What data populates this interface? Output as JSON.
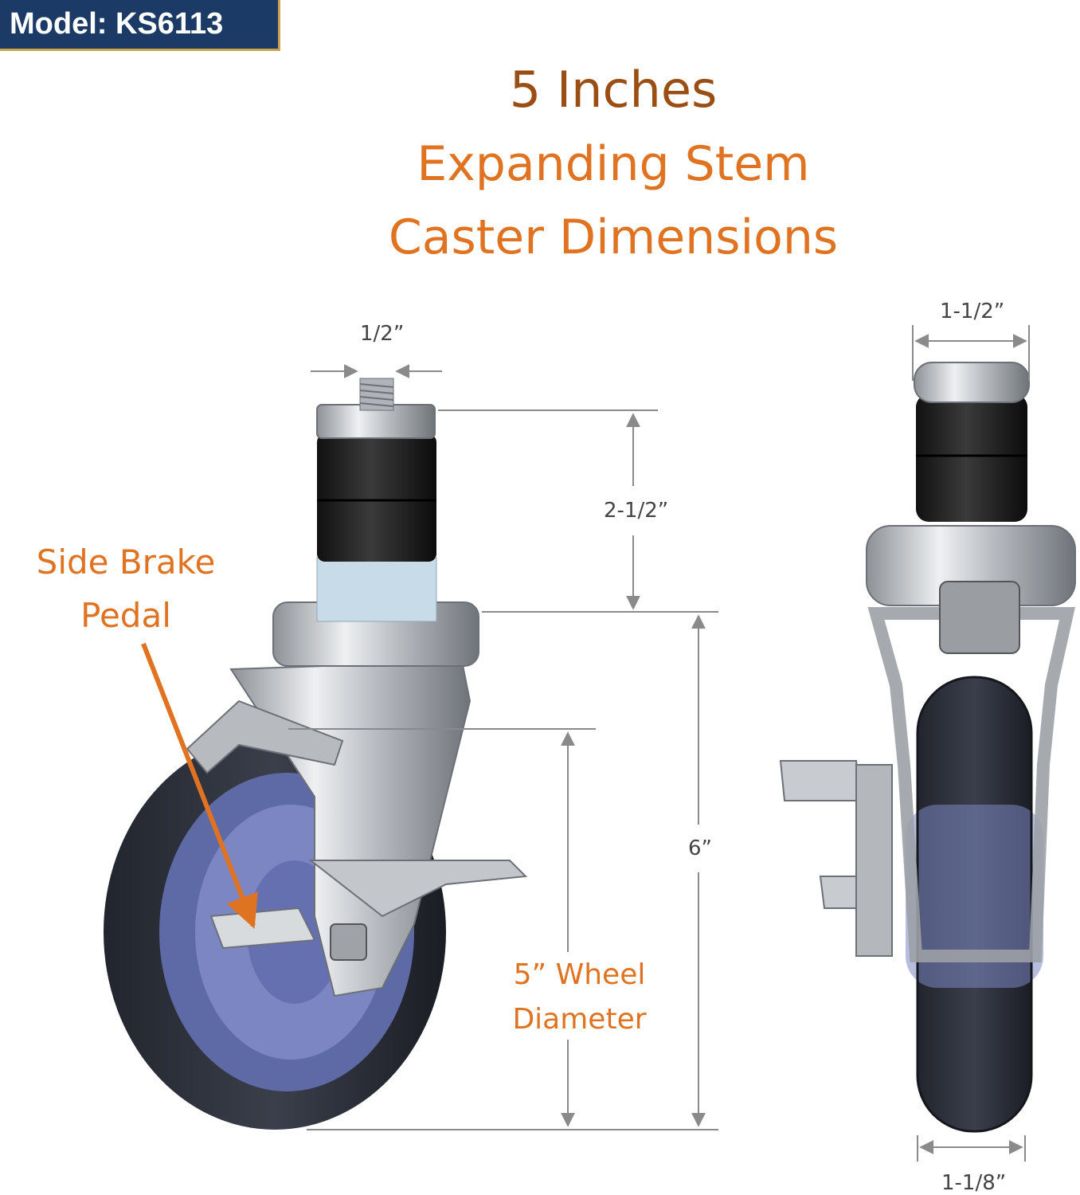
{
  "badge": {
    "text": "Model: KS6113"
  },
  "title": {
    "line1": "5 Inches",
    "line2": "Expanding Stem",
    "line3": "Caster Dimensions"
  },
  "dimensions": {
    "stem_diameter": "1/2”",
    "stem_height": "2-1/2”",
    "overall_height": "6”",
    "top_width": "1-1/2”",
    "wheel_width": "1-1/8”"
  },
  "callouts": {
    "brake_line1": "Side Brake",
    "brake_line2": "Pedal",
    "wheel_line1": "5” Wheel",
    "wheel_line2": "Diameter"
  },
  "colors": {
    "badge_bg": "#1c3a66",
    "badge_border": "#c9a44a",
    "title_dark": "#9b4e14",
    "title_accent": "#e07322",
    "dimension_line": "#8a8a8a"
  }
}
